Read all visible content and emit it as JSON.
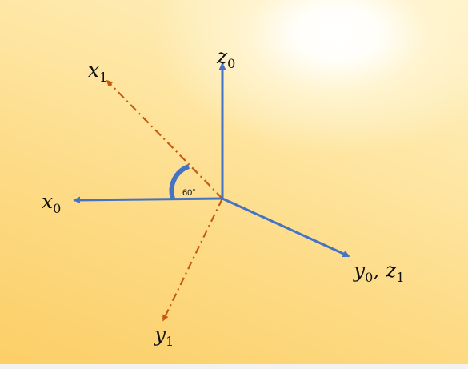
{
  "axes": {
    "x0": {
      "base": "x",
      "sub": "0"
    },
    "z0": {
      "base": "z",
      "sub": "0"
    },
    "y0z1": {
      "base1": "y",
      "sub1": "0",
      "sep": ", ",
      "base2": "z",
      "sub2": "1"
    },
    "x1": {
      "base": "x",
      "sub": "1"
    },
    "y1": {
      "base": "y",
      "sub": "1"
    }
  },
  "angle": {
    "label": "60°",
    "value_deg": 60
  },
  "colors": {
    "frame0": "#4472c4",
    "frame1": "#c55a11",
    "text": "#111111"
  }
}
